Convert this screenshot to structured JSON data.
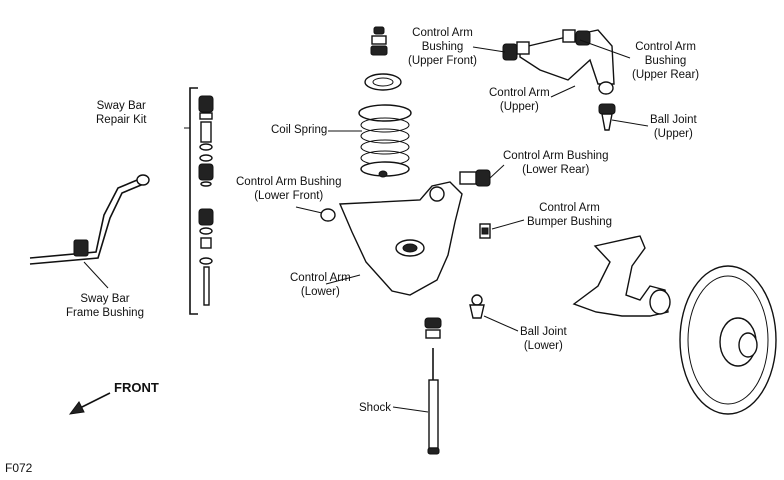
{
  "labels": {
    "sway_bar_repair_kit": [
      "Sway Bar",
      "Repair Kit"
    ],
    "sway_bar_frame_bushing": [
      "Sway Bar",
      "Frame Bushing"
    ],
    "coil_spring": [
      "Coil Spring"
    ],
    "control_arm_bushing_lower_front": [
      "Control Arm Bushing",
      "(Lower Front)"
    ],
    "control_arm_lower": [
      "Control Arm",
      "(Lower)"
    ],
    "control_arm_bushing_upper_front": [
      "Control Arm",
      "Bushing",
      "(Upper Front)"
    ],
    "control_arm_upper": [
      "Control Arm",
      "(Upper)"
    ],
    "control_arm_bushing_upper_rear": [
      "Control Arm",
      "Bushing",
      "(Upper Rear)"
    ],
    "ball_joint_upper": [
      "Ball Joint",
      "(Upper)"
    ],
    "control_arm_bushing_lower_rear": [
      "Control Arm Bushing",
      "(Lower Rear)"
    ],
    "control_arm_bumper_bushing": [
      "Control Arm",
      "Bumper Bushing"
    ],
    "ball_joint_lower": [
      "Ball Joint",
      "(Lower)"
    ],
    "shock": [
      "Shock"
    ]
  },
  "front_label": "FRONT",
  "figure_id": "F072"
}
